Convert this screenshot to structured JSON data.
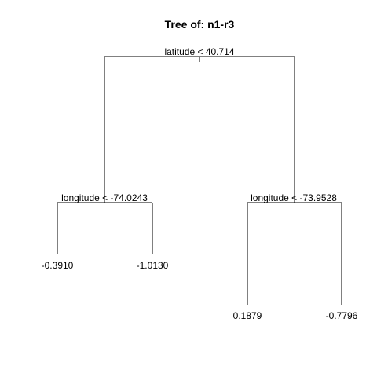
{
  "title": "Tree of: n1-r3",
  "tree": {
    "root": {
      "split": "latitude < 40.714"
    },
    "left": {
      "split": "longitude < -74.0243",
      "leaves": [
        "-0.3910",
        "-1.0130"
      ]
    },
    "right": {
      "split": "longitude < -73.9528",
      "leaves": [
        "0.1879",
        "-0.7796"
      ]
    }
  }
}
